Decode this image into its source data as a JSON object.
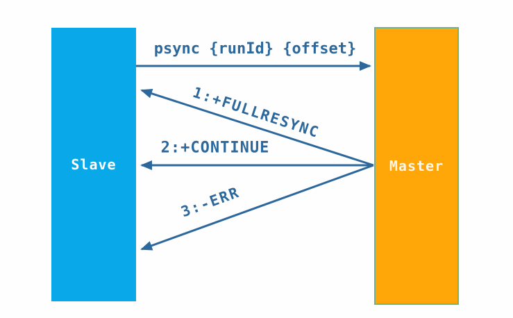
{
  "diagram": {
    "title_hint": "Redis psync master-slave handshake sequence",
    "background_color": "#ffffff",
    "arrow_color": "#2d689c",
    "label_color": "#2d689c",
    "nodes": {
      "slave": {
        "label": "Slave",
        "fill": "#09a9e9",
        "text_color": "#ffffff"
      },
      "master": {
        "label": "Master",
        "fill": "#ffa608",
        "border_color": "#76b183",
        "text_color": "#fcf5e9"
      }
    },
    "messages": [
      {
        "id": "psync",
        "label": "psync {runId} {offset}",
        "from": "slave",
        "to": "master",
        "style": "horizontal-right"
      },
      {
        "id": "fullresync",
        "label": "1:+FULLRESYNC",
        "from": "master",
        "to": "slave",
        "style": "diagonal-up"
      },
      {
        "id": "continue",
        "label": "2:+CONTINUE",
        "from": "master",
        "to": "slave",
        "style": "horizontal-left"
      },
      {
        "id": "err",
        "label": "3:-ERR",
        "from": "master",
        "to": "slave",
        "style": "diagonal-down"
      }
    ]
  }
}
